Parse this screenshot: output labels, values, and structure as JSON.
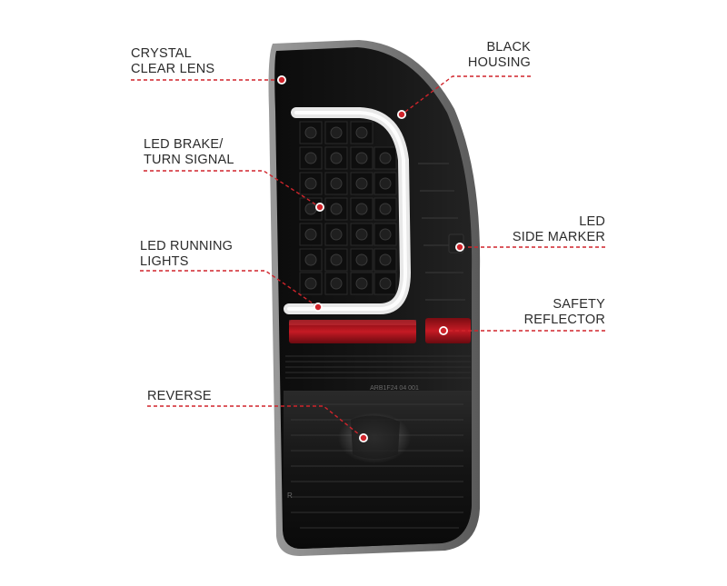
{
  "callouts": [
    {
      "id": "crystal-clear-lens",
      "lines": [
        "CRYSTAL",
        "CLEAR LENS"
      ]
    },
    {
      "id": "black-housing",
      "lines": [
        "BLACK",
        "HOUSING"
      ]
    },
    {
      "id": "led-brake-turn-signal",
      "lines": [
        "LED BRAKE/",
        "TURN SIGNAL"
      ]
    },
    {
      "id": "led-side-marker",
      "lines": [
        "LED",
        "SIDE MARKER"
      ]
    },
    {
      "id": "led-running-lights",
      "lines": [
        "LED RUNNING",
        "LIGHTS"
      ]
    },
    {
      "id": "safety-reflector",
      "lines": [
        "SAFETY",
        "REFLECTOR"
      ]
    },
    {
      "id": "reverse",
      "lines": [
        "REVERSE"
      ]
    }
  ],
  "product_markings": {
    "part_code": "ARB1F24 04 001",
    "corner_mark": "R"
  },
  "colors": {
    "callout_line": "#d0242b",
    "label_text": "#2b2b2b",
    "housing": "#121212",
    "reflector": "#b3121d",
    "light_bar": "#e8e8e8"
  }
}
